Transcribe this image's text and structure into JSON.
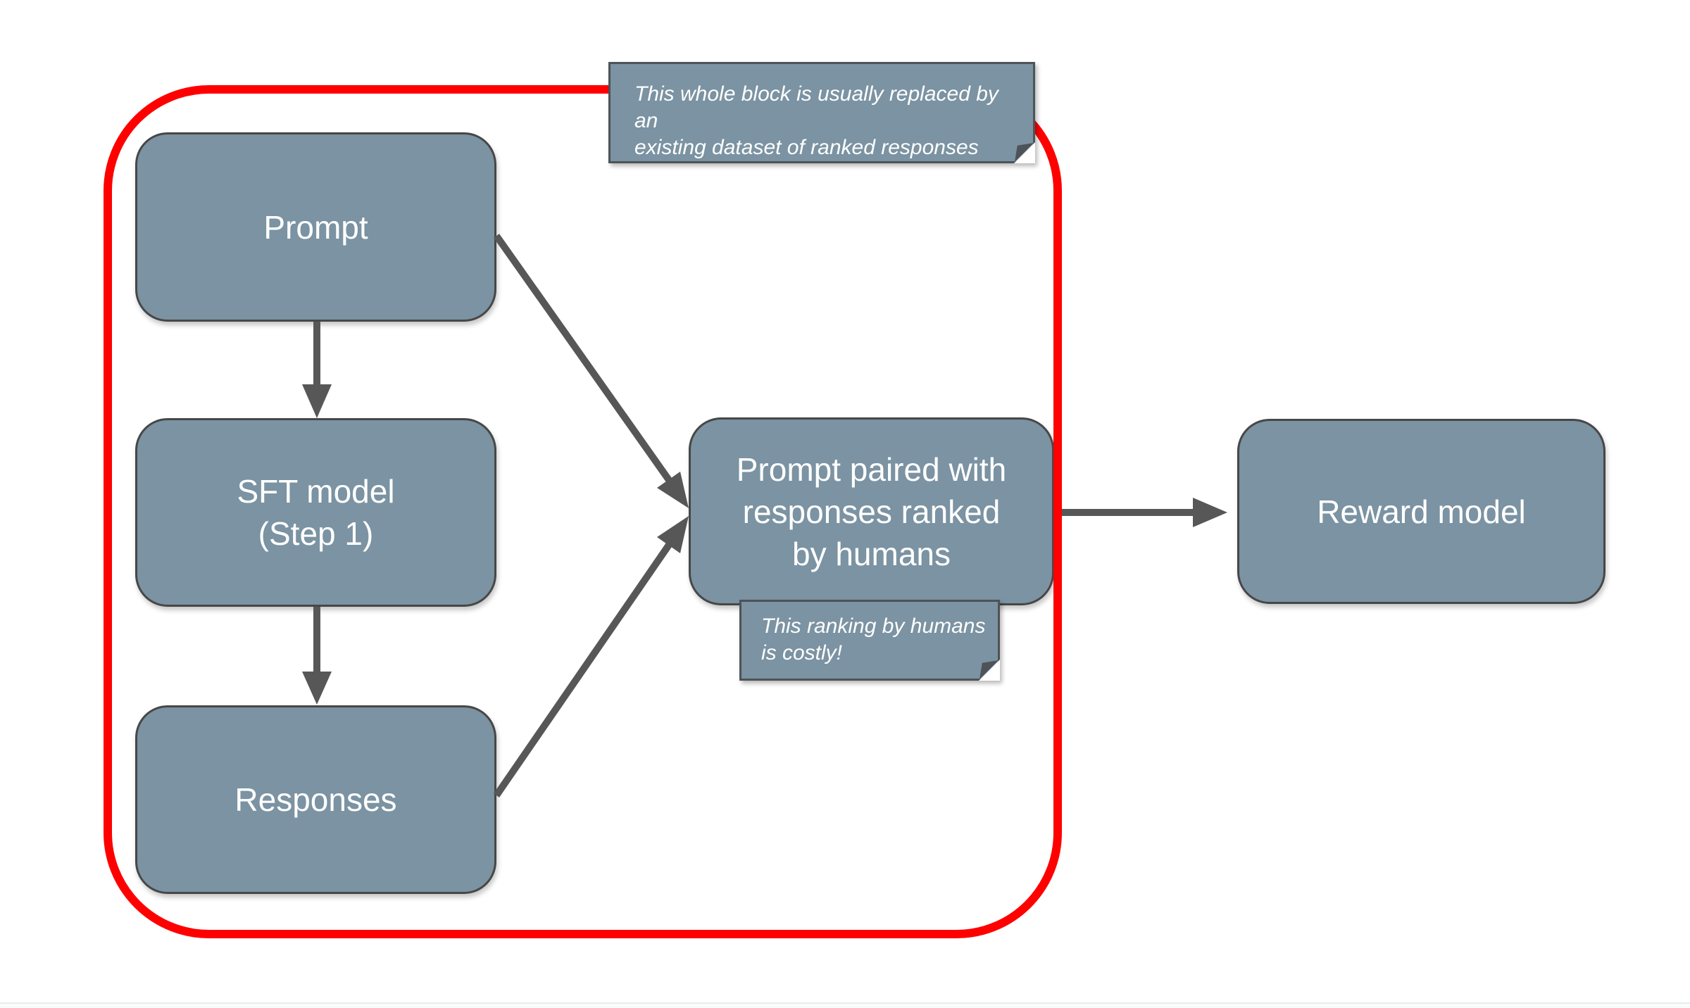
{
  "colors": {
    "box_fill": "#7b93a2",
    "box_border": "#474747",
    "note_border": "#4d5358",
    "arrow": "#575757",
    "outline_red": "#fe0000",
    "label_text": "#ffffff"
  },
  "boxes": {
    "prompt": {
      "label": "Prompt"
    },
    "sft": {
      "line1": "SFT model",
      "line2": "(Step 1)"
    },
    "responses": {
      "label": "Responses"
    },
    "paired": {
      "line1": "Prompt paired with",
      "line2": "responses ranked",
      "line3": "by humans"
    },
    "reward": {
      "label": "Reward model"
    }
  },
  "notes": {
    "dataset": {
      "line1": "This whole block is usually replaced by an",
      "line2": "existing dataset of ranked responses"
    },
    "costly": {
      "line1": "This ranking by humans",
      "line2": "is costly!"
    }
  }
}
